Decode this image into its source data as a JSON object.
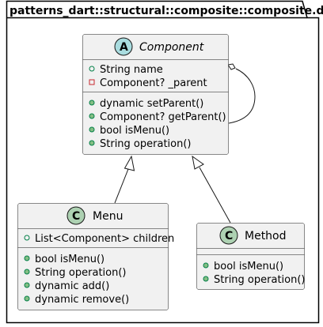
{
  "package": {
    "title": "patterns_dart::structural::composite::composite.dart"
  },
  "classes": {
    "component": {
      "stereotype_letter": "A",
      "name": "Component",
      "abstract": true,
      "attributes": [
        {
          "visibility": "public",
          "text": "String name"
        },
        {
          "visibility": "private",
          "text": "Component? _parent"
        }
      ],
      "methods": [
        {
          "visibility": "public",
          "text": "dynamic setParent()"
        },
        {
          "visibility": "public",
          "text": "Component? getParent()"
        },
        {
          "visibility": "public",
          "text": "bool isMenu()"
        },
        {
          "visibility": "public",
          "text": "String operation()"
        }
      ]
    },
    "menu": {
      "stereotype_letter": "C",
      "name": "Menu",
      "abstract": false,
      "attributes": [
        {
          "visibility": "public",
          "text": "List<Component> children"
        }
      ],
      "methods": [
        {
          "visibility": "public",
          "text": "bool isMenu()"
        },
        {
          "visibility": "public",
          "text": "String operation()"
        },
        {
          "visibility": "public",
          "text": "dynamic add()"
        },
        {
          "visibility": "public",
          "text": "dynamic remove()"
        }
      ]
    },
    "method": {
      "stereotype_letter": "C",
      "name": "Method",
      "abstract": false,
      "attributes": [],
      "methods": [
        {
          "visibility": "public",
          "text": "bool isMenu()"
        },
        {
          "visibility": "public",
          "text": "String operation()"
        }
      ]
    }
  },
  "relations": [
    {
      "type": "inheritance",
      "from": "Menu",
      "to": "Component"
    },
    {
      "type": "inheritance",
      "from": "Method",
      "to": "Component"
    },
    {
      "type": "aggregation",
      "from": "Component",
      "to": "Component"
    }
  ],
  "colors": {
    "class_fill": "#f1f1f1",
    "border": "#181818",
    "abstract_badge": "#a9dcdf",
    "class_badge": "#add1b2",
    "public_marker": "#84be84",
    "private_marker": "#c82930"
  }
}
